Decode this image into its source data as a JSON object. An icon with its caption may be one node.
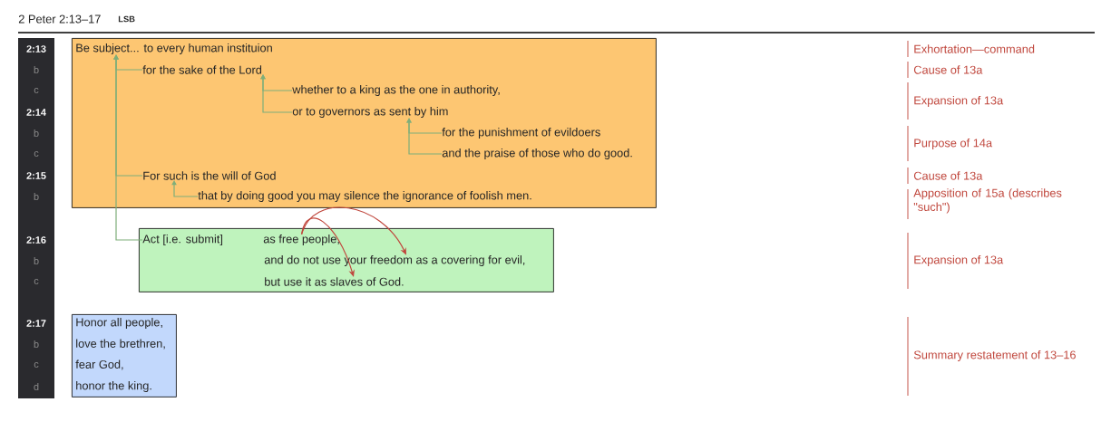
{
  "diagram": {
    "title": "2 Peter 2:13–17",
    "nodes": [
      {
        "text": [],
        "shape": "box"
      },
      {
        "text": [
          "Be subject... to every human instituion"
        ],
        "in": 0
      },
      {
        "text": [
          "for the sake of the Lord"
        ],
        "in": 0
      },
      {
        "text": [
          "whether to a king as the one in authority,"
        ],
        "in": 0
      },
      {
        "text": [
          "or to governors as sent by him"
        ],
        "in": 0
      },
      {
        "text": [
          "for the punishment of evildoers"
        ],
        "in": 0
      },
      {
        "text": [
          "and the praise of those who do good."
        ],
        "in": 0
      },
      {
        "text": [
          "For such is the will of God"
        ],
        "in": 0
      },
      {
        "text": [
          "that by doing good you may silence the ignorance of foolish men."
        ],
        "in": 0
      },
      {
        "text": [],
        "shape": "box"
      },
      {
        "text": [
          "Act [i.e. submit]"
        ],
        "in": 9
      },
      {
        "text": [
          "as free people,"
        ],
        "in": 9
      },
      {
        "text": [
          "and do not use your freedom as a covering for evil,"
        ],
        "in": 9
      },
      {
        "text": [
          "but use it as slaves of God."
        ],
        "in": 9
      },
      {
        "text": [],
        "shape": "box"
      },
      {
        "text": [
          "Honor all people,"
        ],
        "in": 14
      },
      {
        "text": [
          "love the brethren,"
        ],
        "in": 14
      },
      {
        "text": [
          "fear God,"
        ],
        "in": 14
      },
      {
        "text": [
          "honor the king."
        ],
        "in": 14
      }
    ],
    "edges": [
      {
        "from": 2,
        "to": 1,
        "arrow": "to"
      },
      {
        "from": 7,
        "to": 1,
        "arrow": "to"
      },
      {
        "from": 10,
        "to": 1,
        "arrow": "to"
      },
      {
        "from": 3,
        "to": 2,
        "arrow": "to"
      },
      {
        "from": 4,
        "to": 2,
        "arrow": "to"
      },
      {
        "from": 5,
        "to": 4,
        "arrow": "to"
      },
      {
        "from": 6,
        "to": 4,
        "arrow": "to"
      },
      {
        "from": 8,
        "to": 7,
        "arrow": "to"
      },
      {
        "from": 11,
        "to": 12,
        "arrow": "to",
        "color": "#c0473d"
      },
      {
        "from": 11,
        "to": 13,
        "arrow": "to",
        "color": "#c0473d"
      }
    ],
    "labels": [
      "LSB",
      "2:13",
      "Exhortation—command",
      "b",
      "Cause of 13a",
      "c",
      "Expansion of 13a",
      "2:14",
      "b",
      "Purpose of 14a",
      "c",
      "2:15",
      "Cause of 13a",
      "b",
      "Apposition of 15a (describes \"such\")",
      "2:16",
      "Expansion of 13a",
      "b",
      "c",
      "2:17",
      "Summary restatement of 13–16",
      "b",
      "c",
      "d"
    ]
  }
}
